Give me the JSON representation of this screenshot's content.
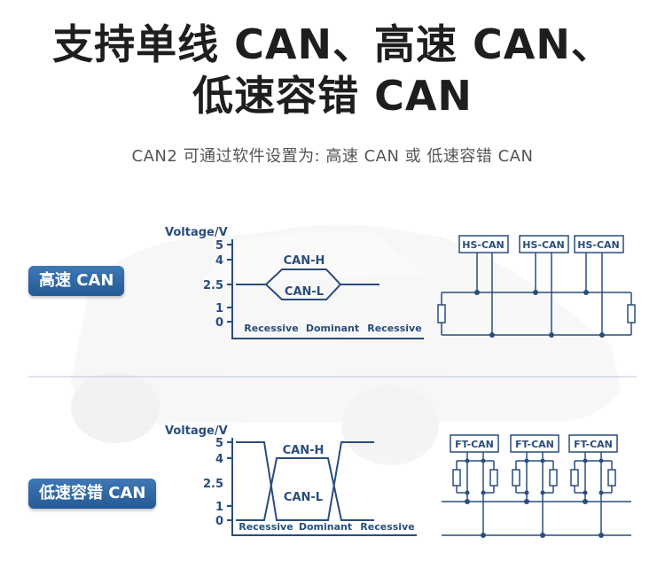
{
  "title_line1": "支持单线 CAN、高速 CAN、",
  "title_line2": "低速容错 CAN",
  "subtitle": "CAN2 可通过软件设置为: 高速 CAN 或 低速容错 CAN",
  "high_speed": {
    "badge": "高速 CAN",
    "y_axis_label": "Voltage/V",
    "y_ticks": [
      "5",
      "4",
      "2.5",
      "1",
      "0"
    ],
    "can_h": "CAN-H",
    "can_l": "CAN-L",
    "x_labels": [
      "Recessive",
      "Dominant",
      "Recessive"
    ],
    "nodes": [
      "HS-CAN",
      "HS-CAN",
      "HS-CAN"
    ]
  },
  "fault_tolerant": {
    "badge": "低速容错 CAN",
    "y_axis_label": "Voltage/V",
    "y_ticks": [
      "5",
      "4",
      "2.5",
      "1",
      "0"
    ],
    "can_h": "CAN-H",
    "can_l": "CAN-L",
    "x_labels": [
      "Recessive",
      "Dominant",
      "Recessive"
    ],
    "nodes": [
      "FT-CAN",
      "FT-CAN",
      "FT-CAN"
    ]
  },
  "colors": {
    "accent": "#2a4d7c",
    "badge": "#2f69a8",
    "title": "#1e1e1e"
  }
}
